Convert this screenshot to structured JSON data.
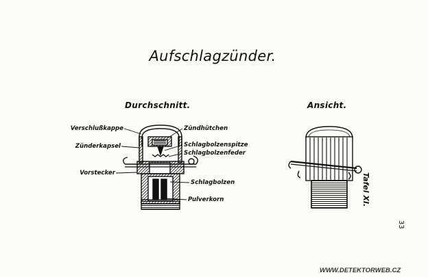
{
  "title": "Aufschlagzünder.",
  "views": {
    "section_title": "Durchschnitt.",
    "exterior_title": "Ansicht."
  },
  "labels": {
    "verschlusskappe": "Verschlußkappe",
    "zuenderkapsel": "Zünderkapsel",
    "vorstecker": "Vorstecker",
    "zuendhuetchen": "Zündhütchen",
    "schlagbolzenspitze": "Schlagbolzenspitze",
    "schlagbolzenfeder": "Schlagbolzenfeder",
    "schlagbolzen": "Schlagbolzen",
    "pulverkorn": "Pulverkorn"
  },
  "plate": "Tafel XI.",
  "page_number": "33",
  "watermark": "WWW.DETEKTORWEB.CZ"
}
